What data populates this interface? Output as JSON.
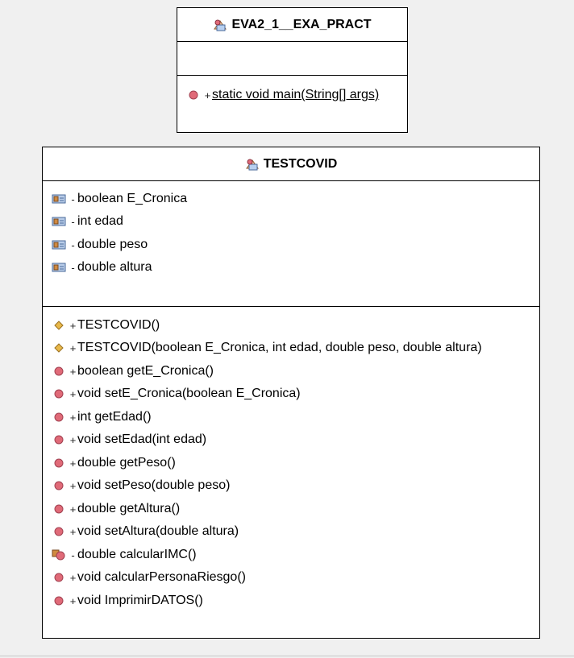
{
  "main_class": {
    "name": "EVA2_1__EXA_PRACT",
    "attributes": [],
    "methods": [
      {
        "visibility": "+",
        "text": "static void main(String[] args)",
        "static": true,
        "icon": "public-method-icon"
      }
    ]
  },
  "testcovid_class": {
    "name": "TESTCOVID",
    "attributes": [
      {
        "visibility": "-",
        "text": "boolean E_Cronica",
        "icon": "private-attribute-icon"
      },
      {
        "visibility": "-",
        "text": "int edad",
        "icon": "private-attribute-icon"
      },
      {
        "visibility": "-",
        "text": "double peso",
        "icon": "private-attribute-icon"
      },
      {
        "visibility": "-",
        "text": "double altura",
        "icon": "private-attribute-icon"
      }
    ],
    "methods": [
      {
        "visibility": "+",
        "text": "TESTCOVID()",
        "icon": "constructor-icon"
      },
      {
        "visibility": "+",
        "text": "TESTCOVID(boolean E_Cronica, int edad, double peso, double altura)",
        "icon": "constructor-icon"
      },
      {
        "visibility": "+",
        "text": "boolean getE_Cronica()",
        "icon": "public-method-icon"
      },
      {
        "visibility": "+",
        "text": "void setE_Cronica(boolean E_Cronica)",
        "icon": "public-method-icon"
      },
      {
        "visibility": "+",
        "text": "int getEdad()",
        "icon": "public-method-icon"
      },
      {
        "visibility": "+",
        "text": "void setEdad(int edad)",
        "icon": "public-method-icon"
      },
      {
        "visibility": "+",
        "text": "double getPeso()",
        "icon": "public-method-icon"
      },
      {
        "visibility": "+",
        "text": "void setPeso(double peso)",
        "icon": "public-method-icon"
      },
      {
        "visibility": "+",
        "text": "double getAltura()",
        "icon": "public-method-icon"
      },
      {
        "visibility": "+",
        "text": "void setAltura(double altura)",
        "icon": "public-method-icon"
      },
      {
        "visibility": "-",
        "text": "double calcularIMC()",
        "icon": "private-method-icon"
      },
      {
        "visibility": "+",
        "text": "void calcularPersonaRiesgo()",
        "icon": "public-method-icon"
      },
      {
        "visibility": "+",
        "text": "void ImprimirDATOS()",
        "icon": "public-method-icon"
      }
    ]
  },
  "colors": {
    "background": "#f0f0f0",
    "class_fill": "#ffffff",
    "border": "#000000",
    "method_icon": "#e06a78",
    "constructor_icon": "#e8b84a",
    "attribute_icon": "#6f8fc0"
  }
}
